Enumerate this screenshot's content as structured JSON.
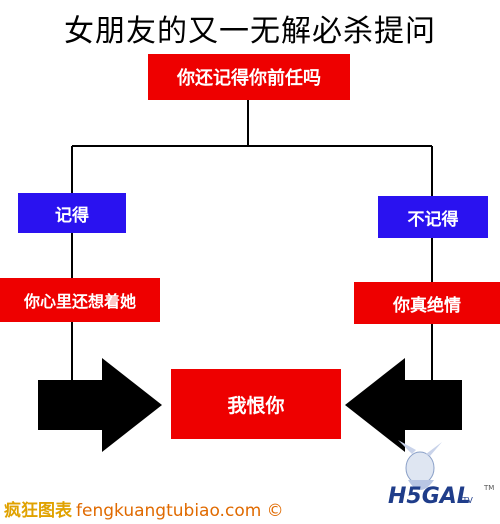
{
  "title": "女朋友的又一无解必杀提问",
  "nodes": {
    "question": "你还记得你前任吗",
    "remember": "记得",
    "not_remember": "不记得",
    "still_think": "你心里还想着她",
    "heartless": "你真绝情",
    "result": "我恨你"
  },
  "footer": {
    "brand": "疯狂图表",
    "url": "fengkuangtubiao.com ©"
  },
  "logo": {
    "text": "H5GAL",
    "sub": ".TV",
    "tm": "TM"
  },
  "colors": {
    "red": "#ee0000",
    "blue": "#2a12f0",
    "line": "#000000"
  }
}
